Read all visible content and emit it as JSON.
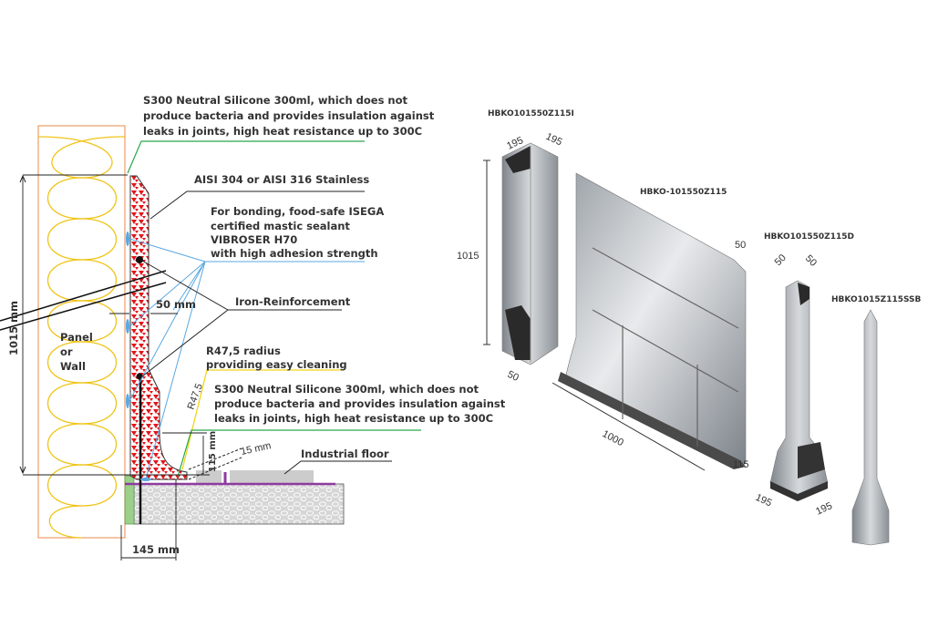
{
  "section": {
    "silicone_top": [
      "S300 Neutral Silicone 300ml, which does not",
      "produce bacteria and provides insulation against",
      "leaks in joints, high heat resistance up to 300C"
    ],
    "stainless": "AISI 304 or AISI 316 Stainless",
    "sealant": [
      "For bonding, food-safe ISEGA",
      "certified mastic sealant",
      "VIBROSER H70",
      "with high adhesion strength"
    ],
    "reinforcement": "Iron-Reinforcement",
    "dim_50": "50 mm",
    "panel": [
      "Panel",
      "or",
      "Wall"
    ],
    "dim_height": "1015 mm",
    "radius": [
      "R47,5 radius",
      "providing easy cleaning"
    ],
    "radius_mark": "R47,5",
    "silicone_bottom": [
      "S300 Neutral Silicone 300ml, which does not",
      "produce bacteria and provides insulation against",
      "leaks in joints, high heat resistance up to 300C"
    ],
    "dim_15": "15 mm",
    "dim_115": "115 mm",
    "floor": "Industrial floor",
    "dim_145": "145 mm"
  },
  "products": {
    "inner_corner": {
      "code": "HBKO101550Z115I",
      "dims": [
        "195",
        "195",
        "1015",
        "50"
      ]
    },
    "straight": {
      "code": "HBKO-101550Z115",
      "dims": [
        "50",
        "1000",
        "115"
      ]
    },
    "outer_corner": {
      "code": "HBKO101550Z115D",
      "dims": [
        "50",
        "50",
        "195",
        "195"
      ]
    },
    "column": {
      "code": "HBKO1015Z115SSB"
    }
  },
  "colors": {
    "plate": "#e3141b",
    "silicone": "#2aa84a",
    "sealant": "#5aa8e0",
    "radius": "#f2d31b",
    "membrane": "#8e3aa0",
    "insulation": "#f0c419",
    "panel_border": "#e88a4a"
  }
}
